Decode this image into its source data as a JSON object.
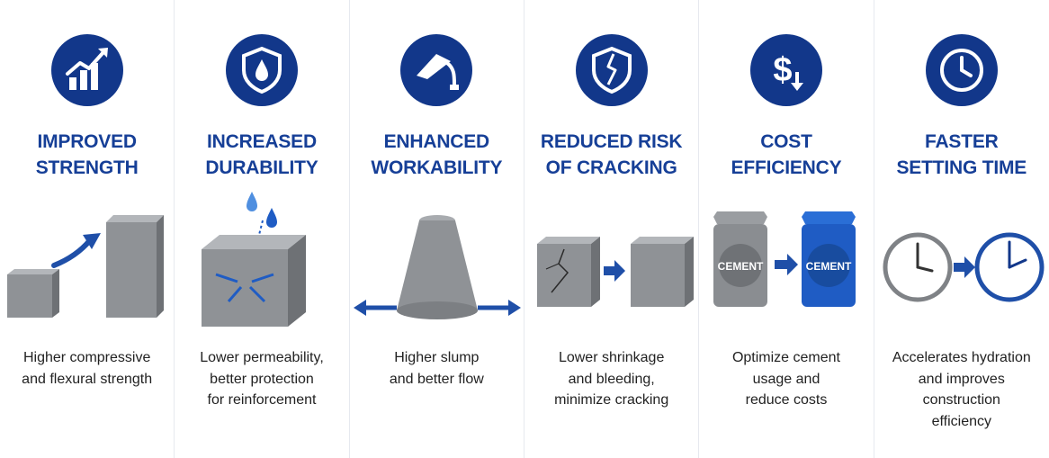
{
  "columns": [
    {
      "icon": "growth-chart-icon",
      "title_lines": [
        "IMPROVED",
        "STRENGTH"
      ],
      "desc_lines": [
        "Higher compressive",
        "and flexural strength"
      ]
    },
    {
      "icon": "shield-drop-icon",
      "title_lines": [
        "INCREASED",
        "DURABILITY"
      ],
      "desc_lines": [
        "Lower permeability,",
        "better protection",
        "for reinforcement"
      ]
    },
    {
      "icon": "pouring-icon",
      "title_lines": [
        "ENHANCED",
        "WORKABILITY"
      ],
      "desc_lines": [
        "Higher slump",
        "and better flow"
      ]
    },
    {
      "icon": "cracked-shield-icon",
      "title_lines": [
        "REDUCED RISK",
        "OF CRACKING"
      ],
      "desc_lines": [
        "Lower shrinkage",
        "and bleeding,",
        "minimize cracking"
      ]
    },
    {
      "icon": "dollar-down-icon",
      "title_lines": [
        "COST",
        "EFFICIENCY"
      ],
      "desc_lines": [
        "Optimize cement",
        "usage and",
        "reduce costs"
      ],
      "bag_labels": [
        "CEMENT",
        "CEMENT"
      ]
    },
    {
      "icon": "clock-icon",
      "title_lines": [
        "FASTER",
        "SETTING TIME"
      ],
      "desc_lines": [
        "Accelerates hydration",
        "and improves",
        "construction",
        "efficiency"
      ]
    }
  ],
  "colors": {
    "navy": "#12378a",
    "title_blue": "#163f97",
    "accent_blue": "#1f5cc4",
    "concrete": "#8f9296"
  }
}
